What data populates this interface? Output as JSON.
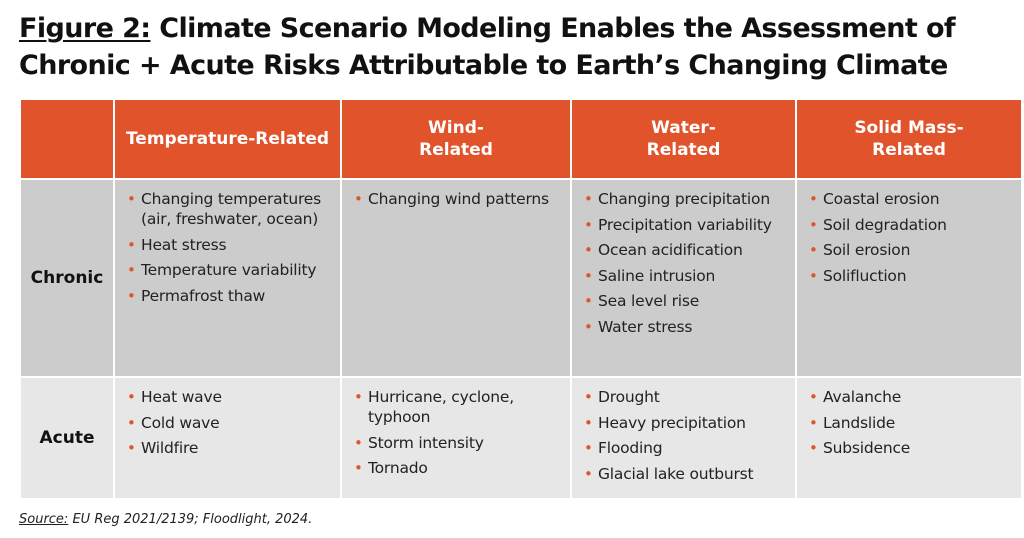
{
  "title": {
    "figure_label": "Figure 2:",
    "line1_rest": " Climate Scenario Modeling Enables the Assessment of",
    "line2": "Chronic + Acute Risks Attributable to Earth’s Changing Climate"
  },
  "table": {
    "columns": [
      "",
      "Temperature-Related",
      "Wind-\nRelated",
      "Water-\nRelated",
      "Solid Mass-\nRelated"
    ],
    "column_lines": [
      [
        ""
      ],
      [
        "Temperature-Related"
      ],
      [
        "Wind-",
        "Related"
      ],
      [
        "Water-",
        "Related"
      ],
      [
        "Solid Mass-",
        "Related"
      ]
    ],
    "rows": [
      {
        "label": "Chronic",
        "cells": [
          [
            "Changing temperatures (air, freshwater, ocean)",
            "Heat stress",
            "Temperature variability",
            "Permafrost thaw"
          ],
          [
            "Changing wind patterns"
          ],
          [
            "Changing precipitation",
            "Precipitation variability",
            "Ocean acidification",
            "Saline intrusion",
            "Sea level rise",
            "Water stress"
          ],
          [
            "Coastal erosion",
            "Soil degradation",
            "Soil erosion",
            "Solifluction"
          ]
        ]
      },
      {
        "label": "Acute",
        "cells": [
          [
            "Heat wave",
            "Cold wave",
            "Wildfire"
          ],
          [
            "Hurricane, cyclone, typhoon",
            "Storm intensity",
            "Tornado"
          ],
          [
            "Drought",
            "Heavy precipitation",
            "Flooding",
            "Glacial lake outburst"
          ],
          [
            "Avalanche",
            "Landslide",
            "Subsidence"
          ]
        ]
      }
    ],
    "bullet_glyph": "•"
  },
  "source": {
    "label": "Source:",
    "text": " EU Reg 2021/2139; Floodlight, 2024."
  },
  "colors": {
    "header_bg": "#e0532b",
    "chronic_bg": "#cccccc",
    "acute_bg": "#e7e7e7",
    "bullet": "#e0532b"
  }
}
